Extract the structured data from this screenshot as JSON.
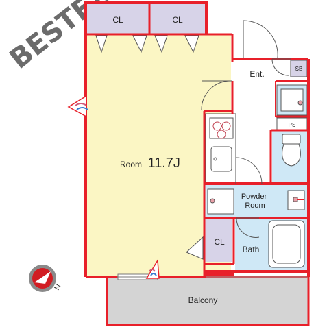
{
  "watermark": "BESTEX",
  "rooms": {
    "closet_top_left": "CL",
    "closet_top_right": "CL",
    "room_word": "Room",
    "room_size": "11.7J",
    "entrance": "Ent.",
    "shoe_box": "SB",
    "pipe_space": "PS",
    "powder_room": [
      "Powder",
      "Room"
    ],
    "closet_lower": "CL",
    "bath": "Bath",
    "balcony": "Balcony"
  },
  "compass": {
    "direction": "N"
  },
  "colors": {
    "wall": "#e8202a",
    "room_floor": "#fbf6c4",
    "closet": "#d7d3e8",
    "wet_area": "#cfe8f6",
    "balcony": "#d4d4d4",
    "watermark": "#6b6b6b"
  }
}
